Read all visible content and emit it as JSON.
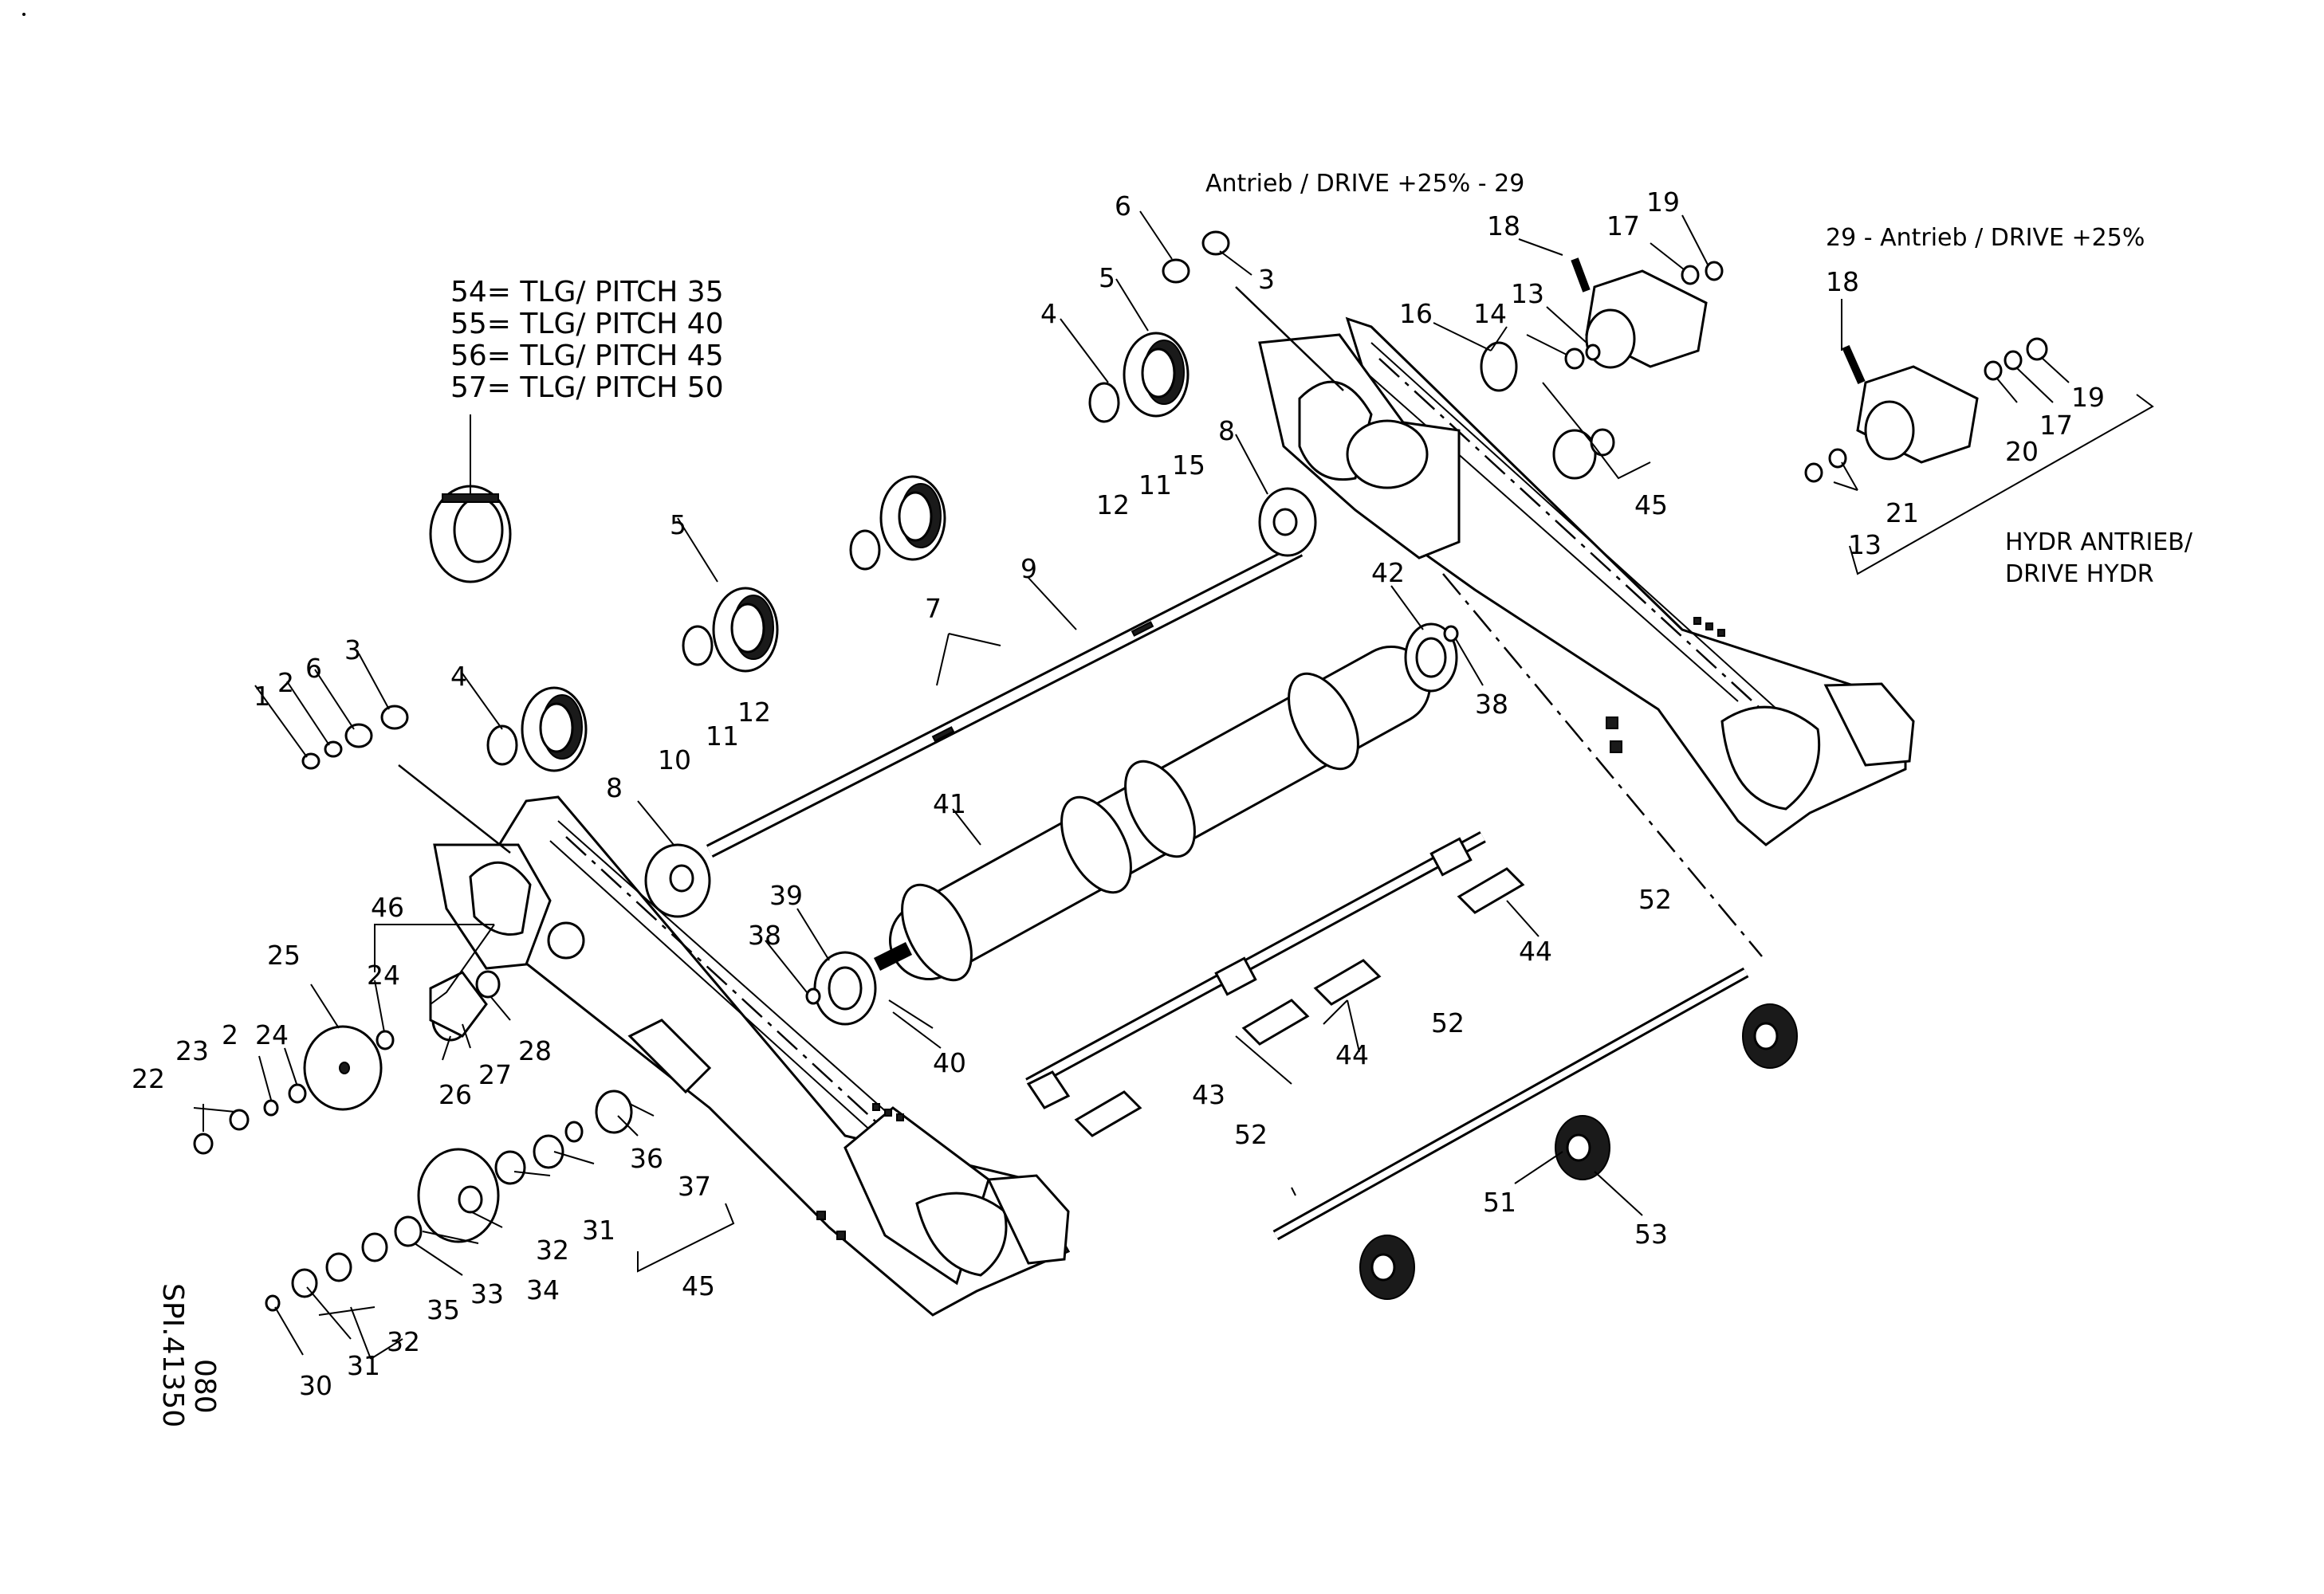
{
  "notes": {
    "drive_top": "Antrieb / DRIVE +25% - 29",
    "drive_right": "29 - Antrieb / DRIVE +25%",
    "hydr_line1": "HYDR ANTRIEB/",
    "hydr_line2": "DRIVE HYDR",
    "pitch": [
      "54= TLG/ PITCH 35",
      "55= TLG/ PITCH 40",
      "56= TLG/ PITCH 45",
      "57= TLG/ PITCH 50"
    ],
    "drawing_number": "SPI.41350",
    "drawing_sheet": "080"
  },
  "callouts": {
    "c1": "1",
    "c2a": "2",
    "c2b": "2",
    "c3a": "3",
    "c3b": "3",
    "c4a": "4",
    "c4b": "4",
    "c5a": "5",
    "c5b": "5",
    "c6a": "6",
    "c6b": "6",
    "c7": "7",
    "c8a": "8",
    "c8b": "8",
    "c9": "9",
    "c10": "10",
    "c11a": "11",
    "c11b": "11",
    "c12a": "12",
    "c12b": "12",
    "c13a": "13",
    "c13b": "13",
    "c14": "14",
    "c15": "15",
    "c16": "16",
    "c17a": "17",
    "c17b": "17",
    "c18a": "18",
    "c18b": "18",
    "c19a": "19",
    "c19b": "19",
    "c20": "20",
    "c21": "21",
    "c22": "22",
    "c23": "23",
    "c24a": "24",
    "c24b": "24",
    "c25": "25",
    "c26": "26",
    "c27": "27",
    "c28": "28",
    "c30": "30",
    "c31a": "31",
    "c31b": "31",
    "c32a": "32",
    "c32b": "32",
    "c33": "33",
    "c34": "34",
    "c35": "35",
    "c36": "36",
    "c37": "37",
    "c38a": "38",
    "c38b": "38",
    "c39": "39",
    "c40": "40",
    "c41": "41",
    "c42": "42",
    "c43": "43",
    "c44a": "44",
    "c44b": "44",
    "c45a": "45",
    "c45b": "45",
    "c46": "46",
    "c51": "51",
    "c52a": "52",
    "c52b": "52",
    "c52c": "52",
    "c53": "53"
  }
}
